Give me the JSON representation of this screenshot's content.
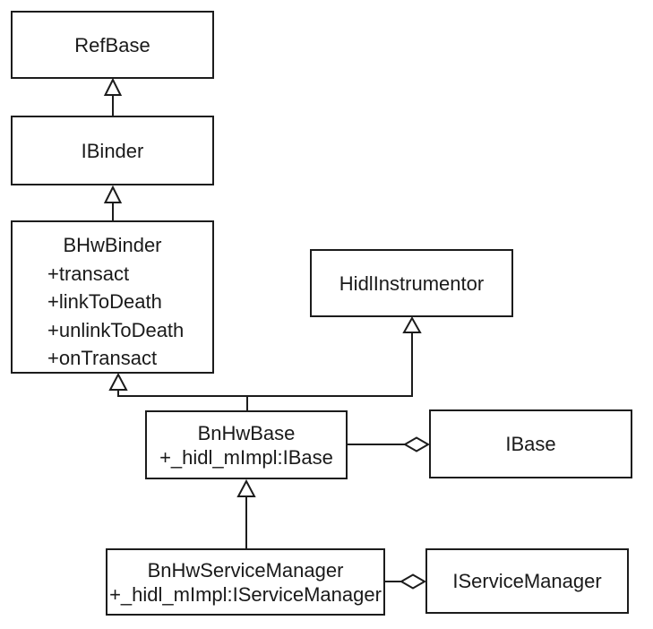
{
  "diagram": {
    "type": "uml-class-diagram",
    "background_color": "#ffffff",
    "line_color": "#1c1c1c",
    "nodes": {
      "refbase": {
        "name": "RefBase"
      },
      "ibinder": {
        "name": "IBinder"
      },
      "bhwbinder": {
        "name": "BHwBinder",
        "members": [
          "+transact",
          "+linkToDeath",
          "+unlinkToDeath",
          "+onTransact"
        ]
      },
      "hidlinstrumentor": {
        "name": "HidlInstrumentor"
      },
      "bnhwbase": {
        "name": "BnHwBase",
        "members": [
          "+_hidl_mImpl:IBase"
        ]
      },
      "ibase": {
        "name": "IBase"
      },
      "bnhwservicemanager": {
        "name": "BnHwServiceManager",
        "members": [
          "+_hidl_mImpl:IServiceManager"
        ]
      },
      "iservicemanager": {
        "name": "IServiceManager"
      }
    },
    "relations": [
      {
        "type": "generalization",
        "from": "IBinder",
        "to": "RefBase"
      },
      {
        "type": "generalization",
        "from": "BHwBinder",
        "to": "IBinder"
      },
      {
        "type": "generalization",
        "from": "BnHwBase",
        "to": "BHwBinder"
      },
      {
        "type": "generalization",
        "from": "BnHwBase",
        "to": "HidlInstrumentor"
      },
      {
        "type": "generalization",
        "from": "BnHwServiceManager",
        "to": "BnHwBase"
      },
      {
        "type": "aggregation",
        "from": "BnHwBase",
        "to": "IBase"
      },
      {
        "type": "aggregation",
        "from": "BnHwServiceManager",
        "to": "IServiceManager"
      }
    ]
  }
}
